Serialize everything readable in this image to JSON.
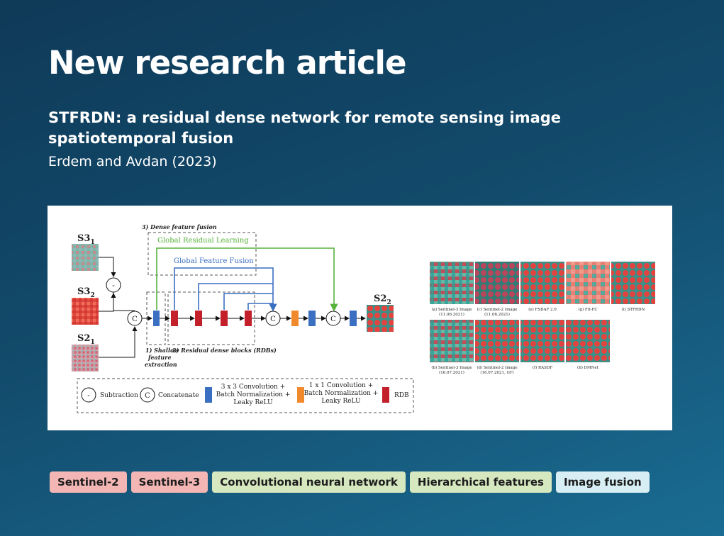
{
  "heading": "New research article",
  "article": {
    "title": "STFRDN: a residual dense network for remote sensing image spatiotemporal fusion",
    "authors": "Erdem and Avdan (2023)"
  },
  "figure": {
    "inputs": {
      "s3": "S3",
      "s3_sub": "1",
      "s3b": "S3",
      "s3b_sub": "2",
      "s2": "S2",
      "s2_sub": "1"
    },
    "output": {
      "label": "S2",
      "sub": "2"
    },
    "dense_fusion_label": "3) Dense feature fusion",
    "global_residual": "Global Residual Learning",
    "global_feature": "Global Feature Fusion",
    "shallow_label_1": "1) Shallow",
    "shallow_label_2": "feature",
    "shallow_label_3": "extraction",
    "rdb_label": "2) Residual dense blocks (RDBs)",
    "op_subtract": "-",
    "op_concat": "C",
    "legend": {
      "subtraction": "Subtraction",
      "concatenate": "Concatenate",
      "conv3_l1": "3 x 3 Convolution +",
      "conv3_l2": "Batch Normalization +",
      "conv3_l3": "Leaky ReLU",
      "conv1_l1": "1 x 1 Convolution +",
      "conv1_l2": "Batch Normalization +",
      "conv1_l3": "Leaky ReLU",
      "rdb": "RDB"
    },
    "colors": {
      "conv3": "#3a6fc1",
      "conv1": "#f08a2c",
      "rdb": "#c4202c",
      "residual": "#58b23a",
      "feature": "#3a6fc1"
    },
    "thumbs": [
      {
        "l1": "(a) Sentinel-3 Image",
        "l2": "(11.06.2021)"
      },
      {
        "l1": "(c) Sentinel-2 Image",
        "l2": "(11.06.2021)"
      },
      {
        "l1": "(e) FSDAF 2.0",
        "l2": ""
      },
      {
        "l1": "(g) Fit-FC",
        "l2": ""
      },
      {
        "l1": "(i) STFRDN",
        "l2": ""
      },
      {
        "l1": "(b) Sentinel-3 Image",
        "l2": "(16.07.2021)"
      },
      {
        "l1": "(d) Sentinel-2 Image",
        "l2": "(16.07.2021, GT)"
      },
      {
        "l1": "(f) RASDF",
        "l2": ""
      },
      {
        "l1": "(h) DMNet",
        "l2": ""
      }
    ]
  },
  "tags": [
    {
      "label": "Sentinel-2",
      "color": "#f3b6b4"
    },
    {
      "label": "Sentinel-3",
      "color": "#f3b6b4"
    },
    {
      "label": "Convolutional neural network",
      "color": "#d6e8bf"
    },
    {
      "label": "Hierarchical features",
      "color": "#d6e8bf"
    },
    {
      "label": "Image fusion",
      "color": "#d6eef4"
    }
  ]
}
